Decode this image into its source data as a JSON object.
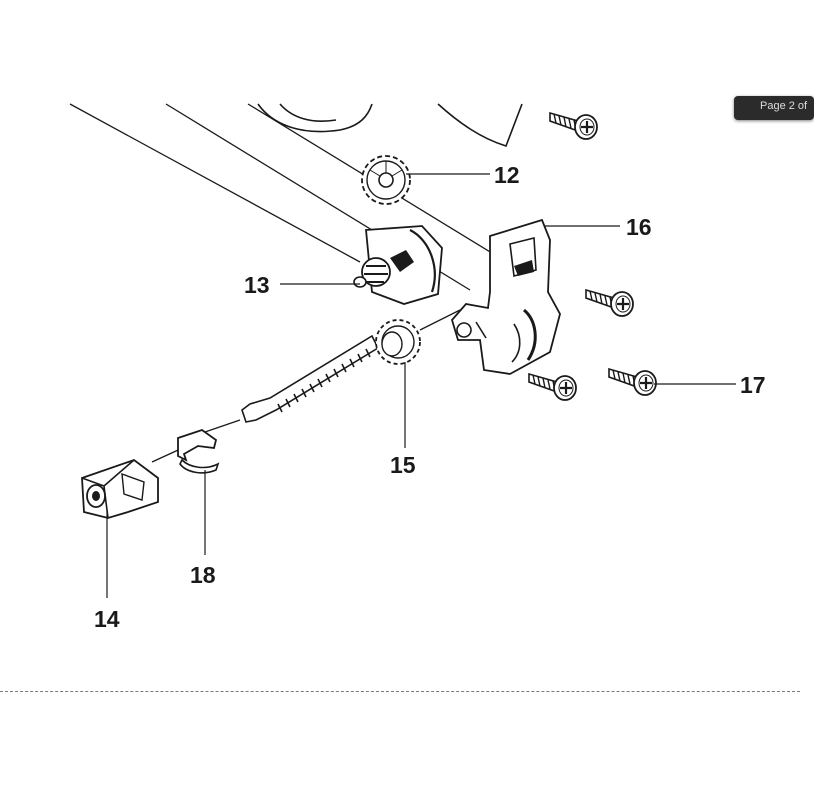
{
  "callouts": {
    "c12": "12",
    "c13": "13",
    "c14": "14",
    "c15": "15",
    "c16": "16",
    "c17": "17",
    "c18": "18"
  },
  "page_indicator": "Page 2 of",
  "colors": {
    "ink": "#1a1a1a",
    "part_fill": "#ffffff",
    "shade": "#4a4a4a",
    "badge": "#2b2b2b"
  }
}
